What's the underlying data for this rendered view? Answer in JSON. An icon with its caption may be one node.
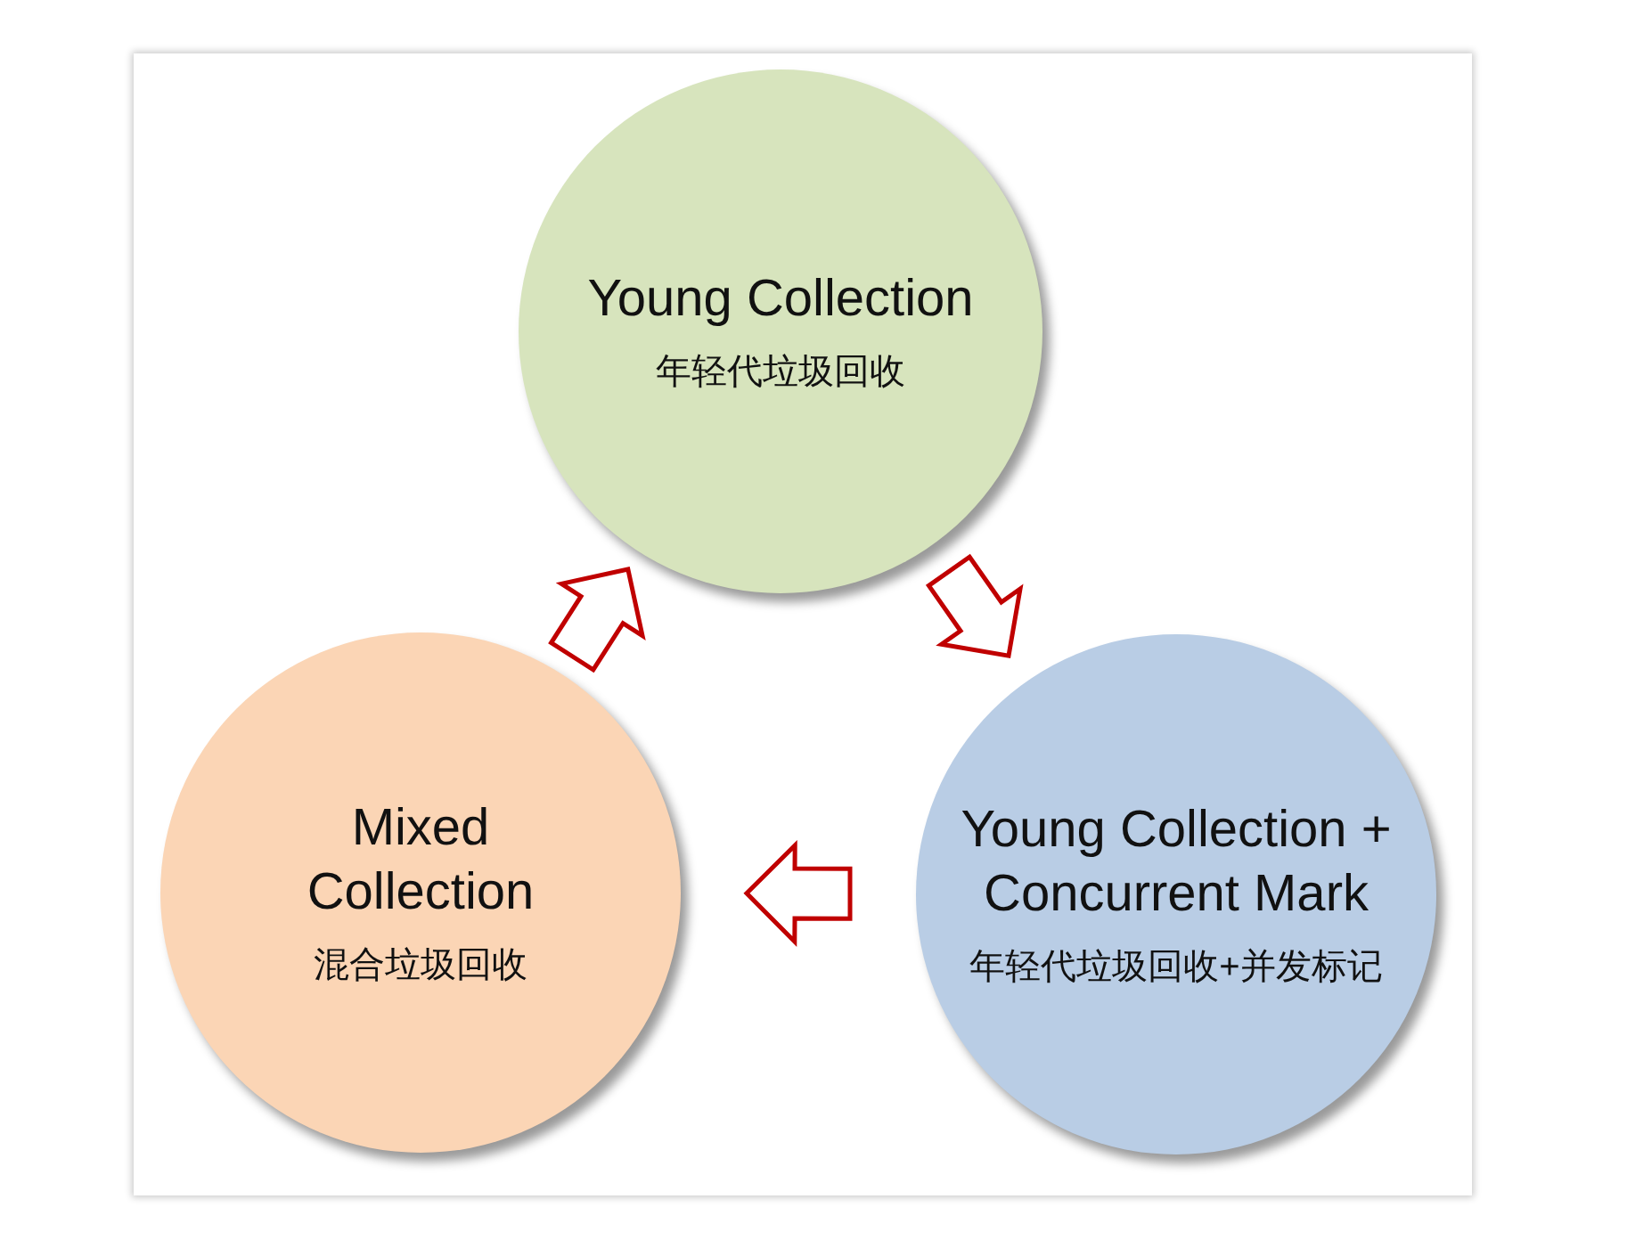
{
  "diagram": {
    "nodes": [
      {
        "text": [
          "Young Collection",
          "年轻代垃圾回收"
        ]
      },
      {
        "text": [
          "Young Collection + Concurrent Mark",
          "年轻代垃圾回收+并发标记"
        ]
      },
      {
        "text": [
          "Mixed Collection",
          "混合垃圾回收"
        ]
      }
    ],
    "edges": [
      {
        "from": 0,
        "to": 1,
        "arrow": "to",
        "color": "#c00000"
      },
      {
        "from": 1,
        "to": 2,
        "arrow": "to",
        "color": "#c00000"
      },
      {
        "from": 2,
        "to": 0,
        "arrow": "to",
        "color": "#c00000"
      }
    ]
  }
}
